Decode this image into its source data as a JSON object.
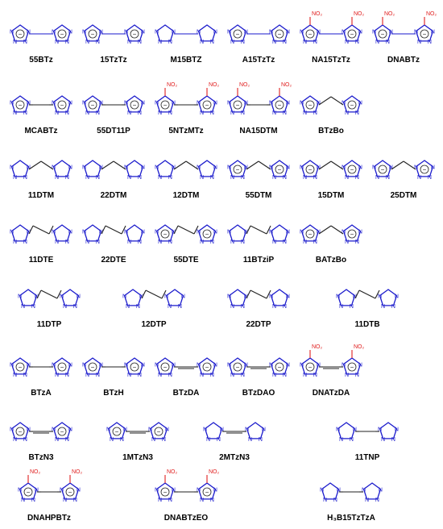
{
  "colors": {
    "bond": "#1a1acc",
    "nitro": "#e02020",
    "label": "#000000",
    "alkyl": "#222222"
  },
  "compounds": [
    {
      "label": "55BTz",
      "motif": "bi-tetrazole",
      "charged": true
    },
    {
      "label": "15TzTz",
      "motif": "bi-tetrazole",
      "charged": true
    },
    {
      "label": "M15BTZ",
      "motif": "bi-tetrazole-methyl",
      "charged": false
    },
    {
      "label": "A15TzTz",
      "motif": "bi-tetrazole-amino",
      "charged": true
    },
    {
      "label": "NA15TzTz",
      "motif": "bi-tetrazole-nitroamino",
      "charged": true
    },
    {
      "label": "DNABTz",
      "motif": "bi-tetrazole-dinitro",
      "charged": true
    },
    {
      "label": "MCABTz",
      "motif": "carbamate",
      "charged": true
    },
    {
      "label": "55DT11P",
      "motif": "isopropylidene",
      "charged": true
    },
    {
      "label": "5NTzMTz",
      "motif": "nitro-methylene",
      "charged": true
    },
    {
      "label": "NA15DTM",
      "motif": "nitroimino-methylene",
      "charged": true
    },
    {
      "label": "BTzBo",
      "motif": "borate",
      "charged": true
    },
    {
      "label": "11DTM",
      "motif": "methylene",
      "charged": false
    },
    {
      "label": "22DTM",
      "motif": "methylene",
      "charged": false
    },
    {
      "label": "12DTM",
      "motif": "methylene",
      "charged": false
    },
    {
      "label": "55DTM",
      "motif": "methylene",
      "charged": true
    },
    {
      "label": "15DTM",
      "motif": "methylene",
      "charged": true
    },
    {
      "label": "25DTM",
      "motif": "methylene",
      "charged": true
    },
    {
      "label": "11DTE",
      "motif": "ethylene",
      "charged": false
    },
    {
      "label": "22DTE",
      "motif": "ethylene",
      "charged": false
    },
    {
      "label": "55DTE",
      "motif": "ethylene",
      "charged": true
    },
    {
      "label": "11BTziP",
      "motif": "propylene-branched",
      "charged": false
    },
    {
      "label": "BATzBo",
      "motif": "borate-amino",
      "charged": true
    },
    {
      "label": "11DTP",
      "motif": "propylene",
      "charged": false
    },
    {
      "label": "12DTP",
      "motif": "propylene",
      "charged": false
    },
    {
      "label": "22DTP",
      "motif": "propylene",
      "charged": false
    },
    {
      "label": "11DTB",
      "motif": "butylene",
      "charged": false
    },
    {
      "label": "BTzA",
      "motif": "amine-bridge",
      "charged": true
    },
    {
      "label": "BTzH",
      "motif": "hydrazine-bridge",
      "charged": true
    },
    {
      "label": "BTzDA",
      "motif": "azo-bridge",
      "charged": true
    },
    {
      "label": "BTzDAO",
      "motif": "azoxy-bridge",
      "charged": true
    },
    {
      "label": "DNATzDA",
      "motif": "azo-dinitro",
      "charged": true
    },
    {
      "label": "BTzN3",
      "motif": "triazene-bridge",
      "charged": true
    },
    {
      "label": "1MTzN3",
      "motif": "triazene-methyl",
      "charged": true
    },
    {
      "label": "2MTzN3",
      "motif": "triazene-methyl",
      "charged": false
    },
    {
      "label": "11TNP",
      "motif": "nitramine-bridge",
      "charged": false
    },
    {
      "label": "DNAHPBTz",
      "motif": "hydroxypropyl-dinitro",
      "charged": true
    },
    {
      "label": "DNABTzEO",
      "motif": "ethylenedioxy-dinitro",
      "charged": true
    },
    {
      "label": "H₃B15TzTzA",
      "motif": "guanyl-amine",
      "charged": false
    }
  ]
}
